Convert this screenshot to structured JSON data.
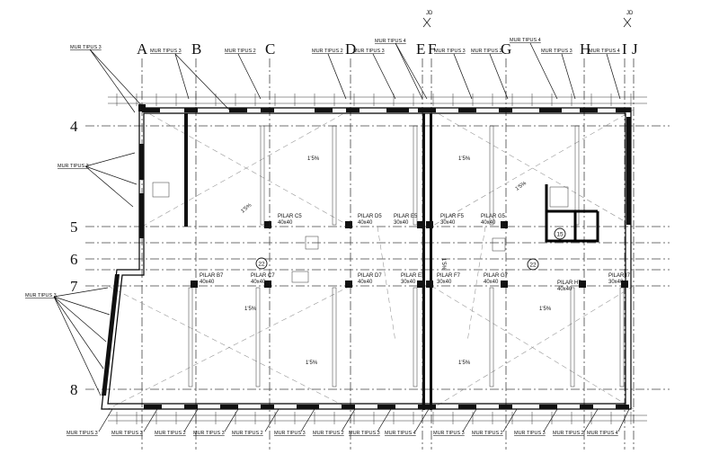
{
  "grid": {
    "columns": [
      "A",
      "B",
      "C",
      "D",
      "E",
      "F",
      "G",
      "H",
      "I",
      "J"
    ],
    "rows": [
      "4",
      "5",
      "6",
      "7",
      "8"
    ]
  },
  "wall_labels_top": [
    "MUR TIPUS 3",
    "MUR TIPUS 3",
    "MUR TIPUS 2",
    "MUR TIPUS 2",
    "MUR TIPUS 3",
    "MUR TIPUS 4",
    "MUR TIPUS 3",
    "MUR TIPUS 2",
    "MUR TIPUS 4",
    "MUR TIPUS 3",
    "MUR TIPUS 4"
  ],
  "wall_labels_left": [
    "MUR TIPUS 3",
    "MUR TIPUS 3"
  ],
  "wall_labels_bottom": [
    "MUR TIPUS 3",
    "MUR TIPUS 3",
    "MUR TIPUS 2",
    "MUR TIPUS 3",
    "MUR TIPUS 2",
    "MUR TIPUS 3",
    "MUR TIPUS 2",
    "MUR TIPUS 3",
    "MUR TIPUS 4",
    "MUR TIPUS 3",
    "MUR TIPUS 2",
    "MUR TIPUS 3",
    "MUR TIPUS 2",
    "MUR TIPUS 4"
  ],
  "pillars": [
    {
      "name": "PILAR C5",
      "size": "40x40"
    },
    {
      "name": "PILAR D5",
      "size": "40x40"
    },
    {
      "name": "PILAR E5",
      "size": "30x40"
    },
    {
      "name": "PILAR F5",
      "size": "30x40"
    },
    {
      "name": "PILAR G5",
      "size": "40x40"
    },
    {
      "name": "PILAR B7",
      "size": "40x40"
    },
    {
      "name": "PILAR C7",
      "size": "40x40"
    },
    {
      "name": "PILAR D7",
      "size": "40x40"
    },
    {
      "name": "PILAR E7",
      "size": "30x40"
    },
    {
      "name": "PILAR F7",
      "size": "30x40"
    },
    {
      "name": "PILAR G7",
      "size": "40x40"
    },
    {
      "name": "PILAR H7",
      "size": "40x40"
    },
    {
      "name": "PILAR I7",
      "size": "30x40"
    }
  ],
  "markers": [
    "22",
    "22",
    "15"
  ],
  "slope_label": "1'5%",
  "section_marks": [
    "JD",
    "JD"
  ]
}
